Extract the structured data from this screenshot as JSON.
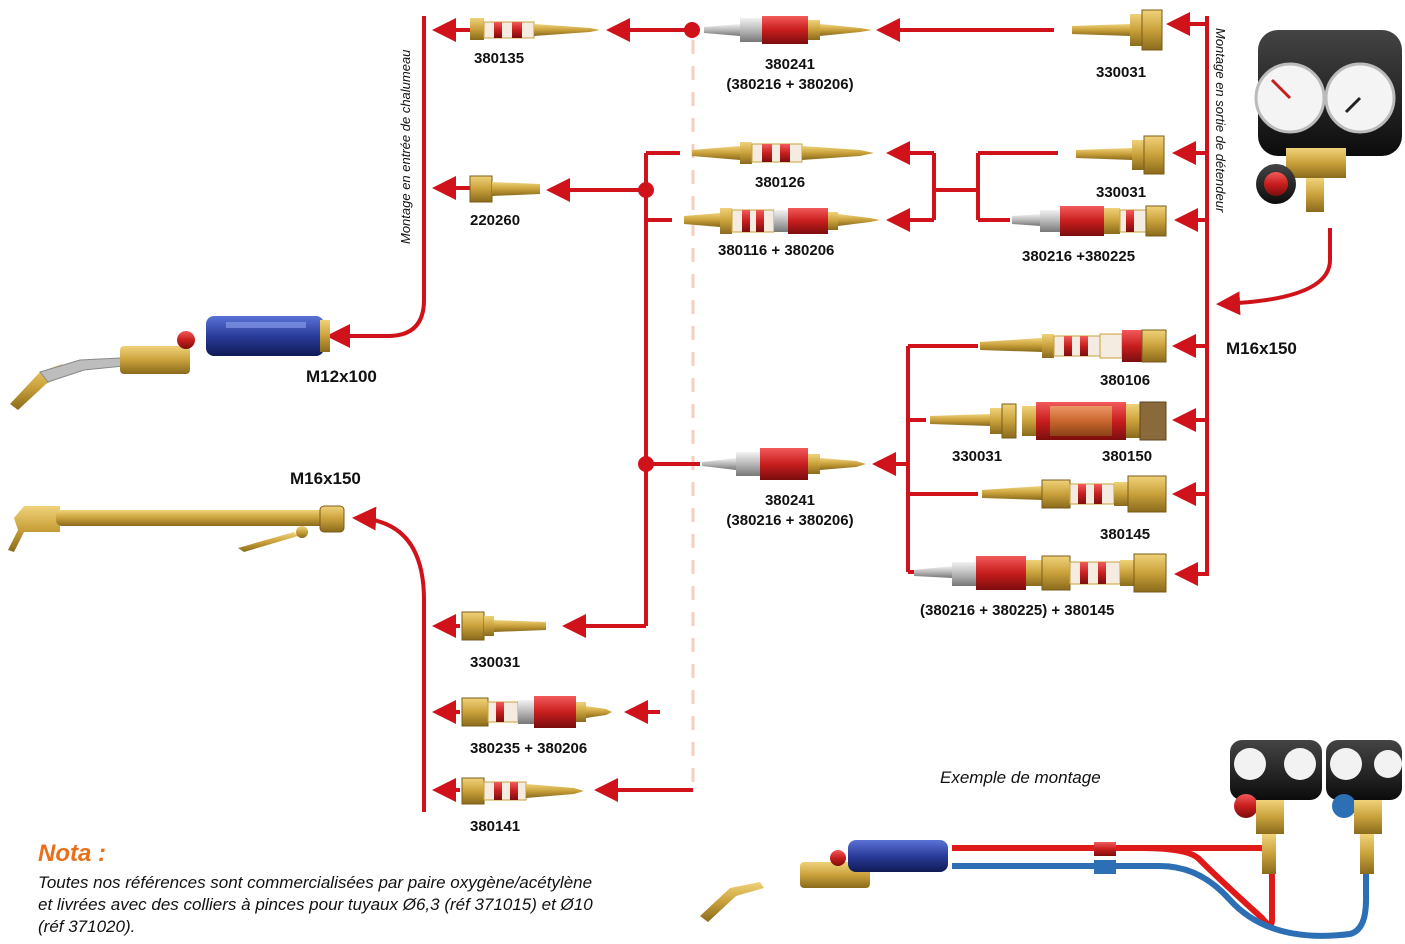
{
  "vertical_labels": {
    "torch_input": "Montage en entrée de chalumeau",
    "regulator_output": "Montage en sortie de détendeur"
  },
  "parts": {
    "p380135": "380135",
    "p380241_top": "380241",
    "p380241_top_sub": "(380216 + 380206)",
    "p330031_top": "330031",
    "p220260": "220260",
    "p380126": "380126",
    "p380116": "380116 + 380206",
    "p330031_mid": "330031",
    "p380216_380225": "380216 +380225",
    "p380106": "380106",
    "p330031_row": "330031",
    "p380150": "380150",
    "p380241_mid": "380241",
    "p380241_mid_sub": "(380216 + 380206)",
    "p380145": "380145",
    "p380216_380225_380145": "(380216 + 380225) + 380145",
    "p330031_bottom": "330031",
    "p380235": "380235 + 380206",
    "p380141": "380141"
  },
  "threads": {
    "torch_small": "M12x100",
    "torch_large": "M16x150",
    "regulator": "M16x150"
  },
  "nota": {
    "title": "Nota :",
    "text": "Toutes nos références sont commercialisées par paire oxygène/acétylène et livrées avec des colliers à pinces pour tuyaux Ø6,3 (réf 371015) et Ø10 (réf 371020)."
  },
  "example_label": "Exemple de montage",
  "colors": {
    "line": "#d0121b",
    "dash": "#f3cfc0",
    "brass": "#c9a13b",
    "red_body": "#c81e1e",
    "nota_orange": "#e8701a",
    "hose_red": "#e01919",
    "hose_blue": "#2c6fb5"
  }
}
